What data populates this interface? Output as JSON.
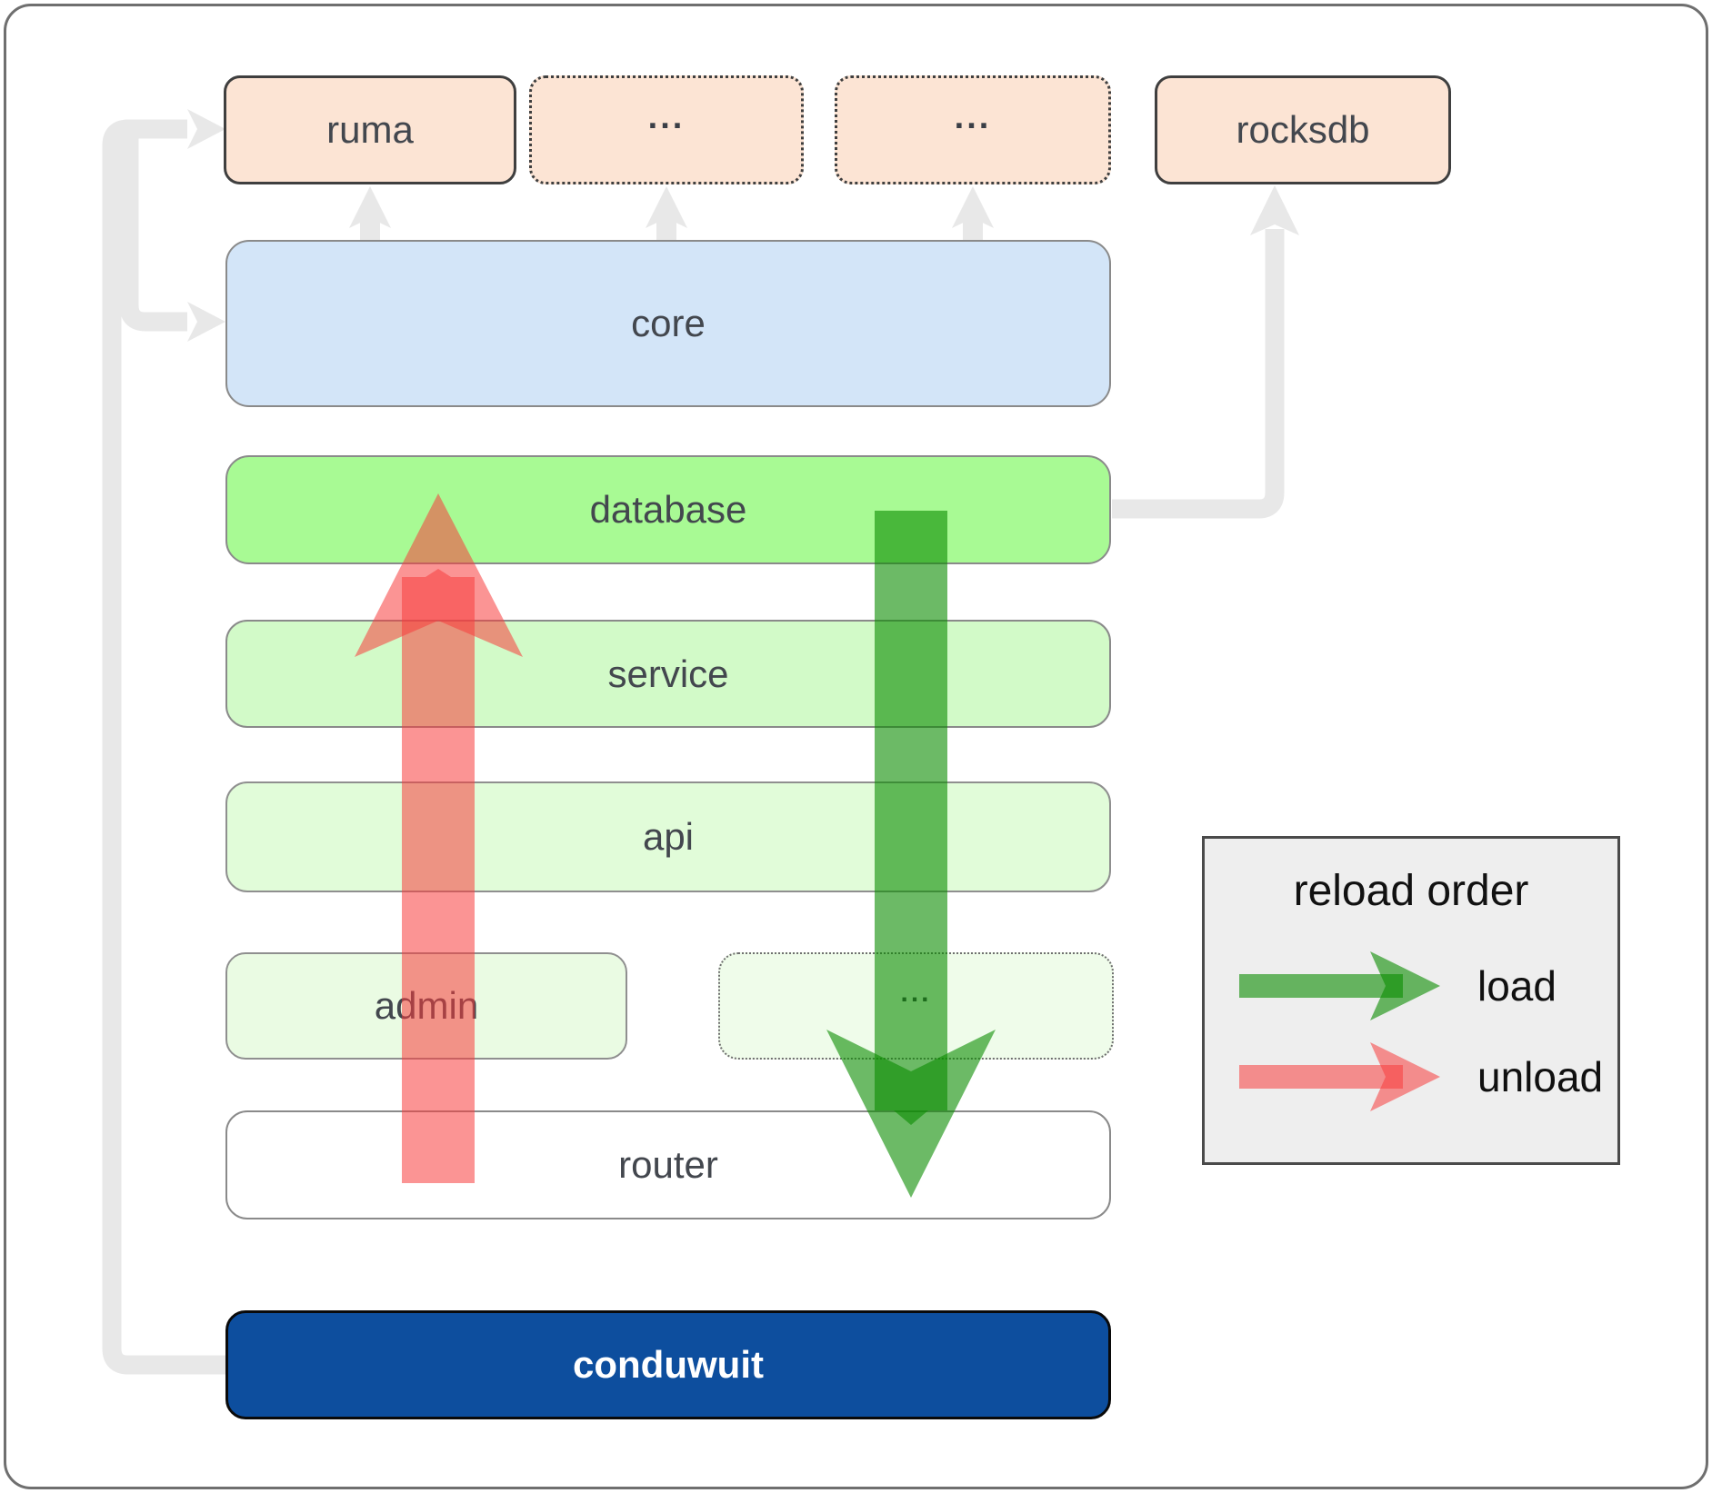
{
  "nodes": {
    "ruma": {
      "label": "ruma"
    },
    "ellipsis_top_1": {
      "label": "..."
    },
    "ellipsis_top_2": {
      "label": "..."
    },
    "rocksdb": {
      "label": "rocksdb"
    },
    "core": {
      "label": "core"
    },
    "database": {
      "label": "database"
    },
    "service": {
      "label": "service"
    },
    "api": {
      "label": "api"
    },
    "admin": {
      "label": "admin"
    },
    "ellipsis_mid": {
      "label": "..."
    },
    "router": {
      "label": "router"
    },
    "conduwuit": {
      "label": "conduwuit"
    }
  },
  "legend": {
    "title": "reload order",
    "items": [
      {
        "label": "load",
        "arrow_color": "#0a8c00"
      },
      {
        "label": "unload",
        "arrow_color": "#f83c3c"
      }
    ]
  },
  "colors": {
    "peach_box": "#fce4d4",
    "core_blue": "#d3e5f8",
    "database_green": "#a8fa94",
    "service_green": "#d2fac8",
    "api_green": "#e1fcd9",
    "admin_green": "#eafbe3",
    "router_white": "#ffffff",
    "conduwuit_navy": "#0d4e9e",
    "connector_gray": "#e8e8e8",
    "load_arrow_green": "#0a8c00",
    "unload_arrow_red": "#f83c3c"
  }
}
